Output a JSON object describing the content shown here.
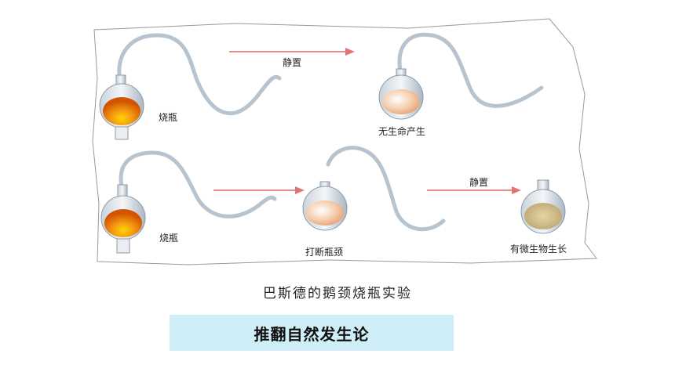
{
  "diagram": {
    "labels": {
      "flask_top_left": "烧瓶",
      "rest_top": "静置",
      "no_life": "无生命产生",
      "flask_bottom_left": "烧瓶",
      "break_neck": "打断瓶颈",
      "rest_bottom": "静置",
      "microbes_grow": "有微生物生长"
    },
    "caption": "巴斯德的鹅颈烧瓶实验",
    "conclusion": "推翻自然发生论"
  }
}
